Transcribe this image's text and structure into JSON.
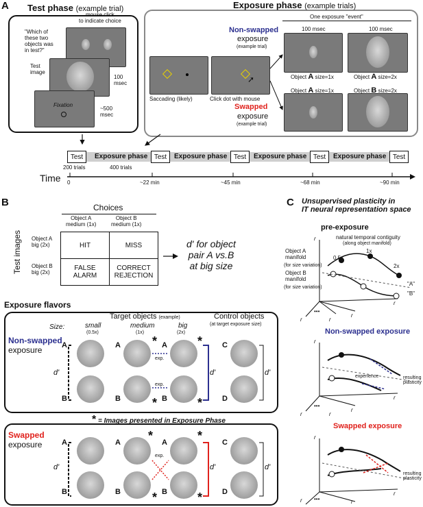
{
  "panel_a": {
    "letter": "A",
    "test_phase": {
      "title": "Test phase",
      "subtitle": "(example trial)",
      "mouse_click": "mouse click\nto indicate choice",
      "question": "\"Which of\nthese two\nobjects was\nin test?\"",
      "test_image": "Test\nimage",
      "t100": "100\nmsec",
      "fixation": "Fixation",
      "t500": "~500\nmsec"
    },
    "exposure_phase": {
      "title": "Exposure phase",
      "subtitle": "(example trials)",
      "event": "One exposure \"event\"",
      "t100a": "100 msec",
      "t100b": "100 msec",
      "saccading": "Saccading (likely)",
      "click_dot": "Click dot with mouse",
      "nonswapped": "Non-swapped",
      "nonswapped_2": "exposure",
      "nonswapped_3": "(example trial)",
      "swapped": "Swapped",
      "swapped_2": "exposure",
      "swapped_3": "(example trial)",
      "obj_a1": "Object",
      "obj_a1_letter": "A",
      "obj_a1_size": "size=1x",
      "obj_a2": "Object",
      "obj_a2_letter": "A",
      "obj_a2_size": "size=2x",
      "obj_b1": "Object",
      "obj_b1_letter": "A",
      "obj_b1_size": "size=1x",
      "obj_b2": "Object",
      "obj_b2_letter": "B",
      "obj_b2_size": "size=2x"
    },
    "timeline": {
      "time": "Time",
      "boxes": [
        "Test",
        "Exposure phase",
        "Test",
        "Exposure phase",
        "Test",
        "Exposure phase",
        "Test",
        "Exposure phase",
        "Test"
      ],
      "trials200": "200 trials",
      "trials400": "400 trials",
      "ticks": [
        "0",
        "~22 min",
        "~45 min",
        "~68 min",
        "~90 min"
      ]
    }
  },
  "panel_b": {
    "letter": "B",
    "choices": "Choices",
    "col1": "Object A\nmedium (1x)",
    "col2": "Object B\nmedium (1x)",
    "row_header": "Test images",
    "row1": "Object A\nbig (2x)",
    "row2": "Object B\nbig (2x)",
    "hit": "HIT",
    "miss": "MISS",
    "fa": "FALSE\nALARM",
    "cr": "CORRECT\nREJECTION",
    "dprime": "d' for object\npair A vs.B\nat big size",
    "flavors": "Exposure flavors",
    "target_objects": "Target objects",
    "example": "(example)",
    "control_objects": "Control objects",
    "control_sub": "(at target exposure size)",
    "size": "Size:",
    "small": "small",
    "small_sub": "(0.5x)",
    "medium": "medium",
    "medium_sub": "(1x)",
    "big": "big",
    "big_sub": "(2x)",
    "nonswapped": "Non-swapped",
    "nonswapped_2": "exposure",
    "swapped": "Swapped",
    "swapped_2": "exposure",
    "footnote": "= Images presented in Exposure Phase",
    "dprime_label": "d'",
    "exp": "exp.",
    "A": "A",
    "B": "B",
    "C": "C",
    "D": "D",
    "star": "*"
  },
  "panel_c": {
    "letter": "C",
    "title": "Unsupervised plasticity in\nIT neural representation space",
    "pre": "pre-exposure",
    "contiguity": "natural temporal contiguity",
    "contiguity_sub": "(along object manifold)",
    "manA": "Object A\nmanifold",
    "manA_sub": "(for size variation)",
    "manB": "Object B\nmanifold",
    "manB_sub": "(for size variation)",
    "s05": "0.5x",
    "s1": "1x",
    "s2": "2x",
    "qa": "\"A\"",
    "qb": "\"B\"",
    "nonswapped": "Non-swapped exposure",
    "swapped": "Swapped exposure",
    "experience": "experience",
    "resulting": "resulting\nplasticity",
    "r1": "r",
    "r2": "r",
    "r3": "r",
    "r4": "r",
    "rN": "r",
    "dots": "•••"
  },
  "colors": {
    "blue": "#2b2f8f",
    "red": "#e0211c",
    "gray": "#7a7a7a"
  }
}
